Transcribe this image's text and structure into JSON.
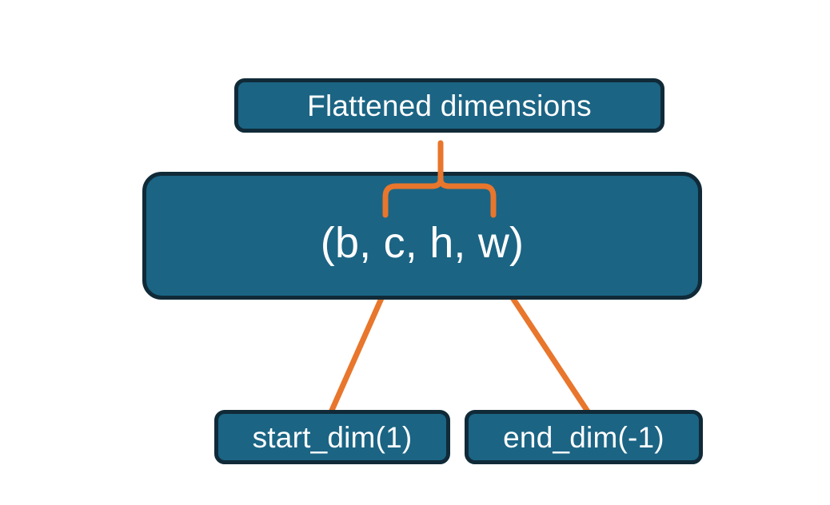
{
  "diagram": {
    "title_node": {
      "label": "Flattened dimensions"
    },
    "shape_node": {
      "label": "(b, c, h, w)"
    },
    "argument_nodes": [
      {
        "label": "start_dim(1)"
      },
      {
        "label": "end_dim(-1)"
      }
    ],
    "annotations": {
      "brace_name": "curly-brace-connector",
      "left_arrow_name": "start-dim-arrow",
      "right_arrow_name": "end-dim-arrow"
    },
    "colors": {
      "background": "#ffffff",
      "node_fill": "#1b6484",
      "node_border": "#102a38",
      "node_text": "#ffffff",
      "accent": "#e8762c"
    }
  }
}
